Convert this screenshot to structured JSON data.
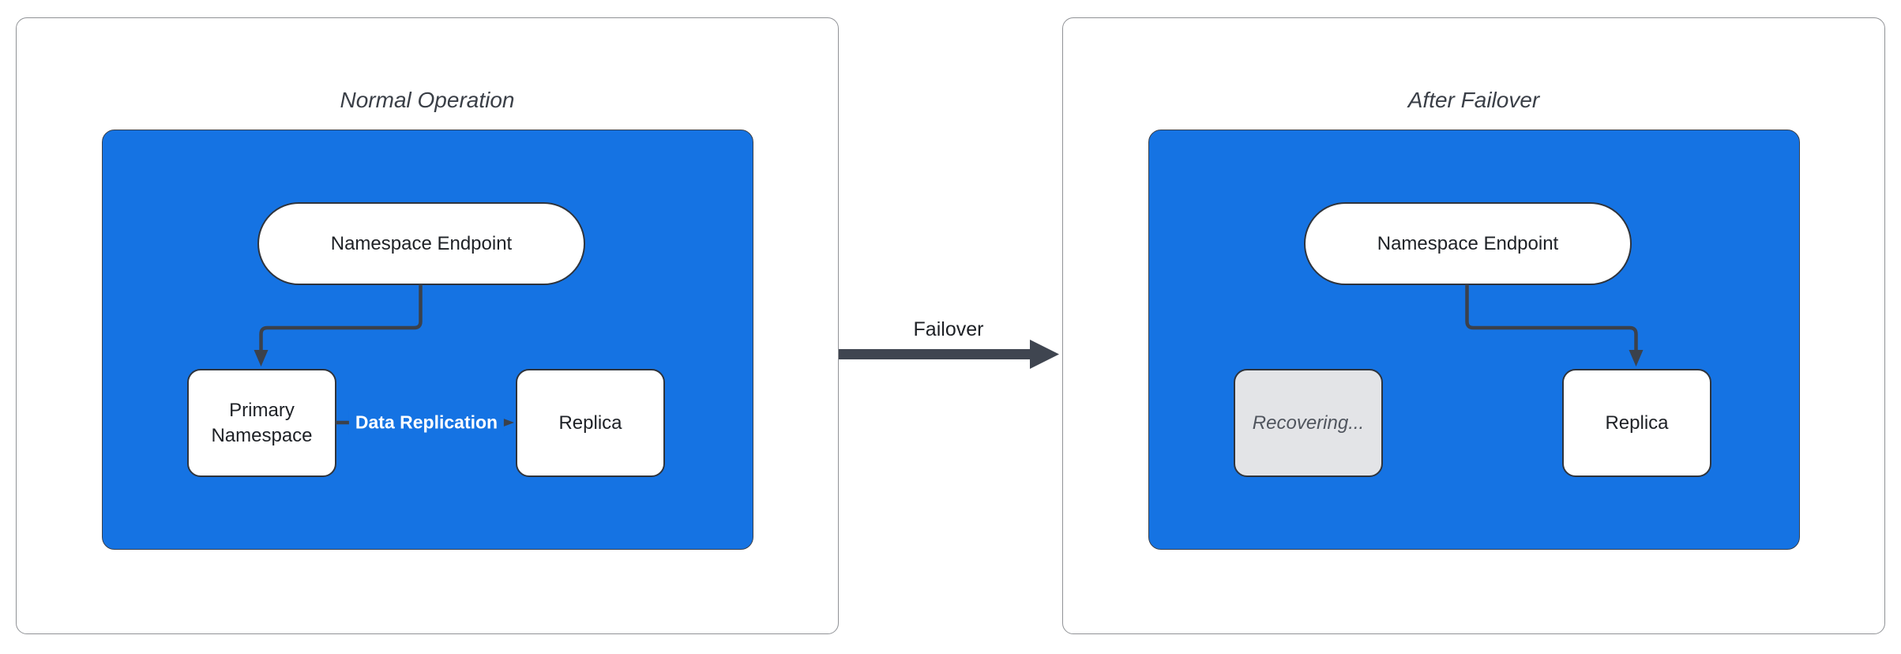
{
  "diagram": {
    "left_panel": {
      "title": "Normal Operation",
      "endpoint": "Namespace Endpoint",
      "primary": "Primary Namespace",
      "replica": "Replica",
      "replication_label": "Data Replication"
    },
    "right_panel": {
      "title": "After Failover",
      "endpoint": "Namespace Endpoint",
      "recovering": "Recovering...",
      "replica": "Replica"
    },
    "transition_label": "Failover"
  },
  "colors": {
    "cluster-blue": "#1573e3",
    "edge-dark": "#3b414b",
    "failover-arrow": "#3f4550",
    "node-border": "#2f343c",
    "node-text": "#1e2126",
    "title-text": "#3a3f47",
    "panel-border": "#909296",
    "recovering-bg": "#e3e4e7",
    "recovering-text": "#50555e"
  }
}
